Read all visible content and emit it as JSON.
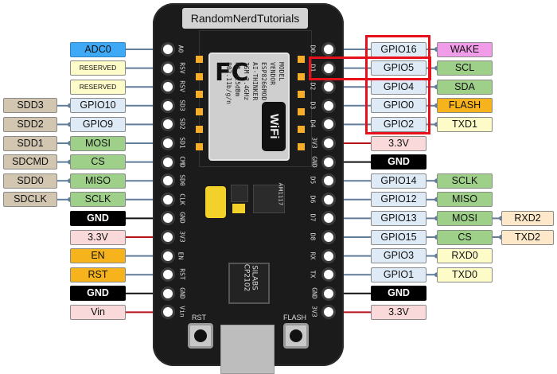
{
  "board_title": "RandomNerdTutorials",
  "module": {
    "fc_logo": "FC",
    "texts": [
      "MODEL",
      "VENDOR",
      "ESP8266MOD",
      "AI-THINKER",
      "ISM 2.4GHz",
      "PA +25dBm",
      "802.11b/g/n"
    ],
    "wifi_logo": "WiFi"
  },
  "chips": {
    "regulator": "AM1117",
    "usb_chip_line1": "SILABS",
    "usb_chip_line2": "CP2102"
  },
  "buttons": {
    "rst": "RST",
    "flash": "FLASH"
  },
  "left_pin_labels": [
    "A0",
    "RSV",
    "RSV",
    "SD3",
    "SD2",
    "SD1",
    "CMD",
    "SD0",
    "CLK",
    "GND",
    "3V3",
    "EN",
    "RST",
    "GND",
    "Vin"
  ],
  "right_pin_labels": [
    "D0",
    "D1",
    "D2",
    "D3",
    "D4",
    "3V3",
    "GND",
    "D5",
    "D6",
    "D7",
    "D8",
    "RX",
    "TX",
    "GND",
    "3V3"
  ],
  "left_rows": [
    {
      "tags": [
        {
          "text": "ADC0",
          "color": "#3fa9f5"
        }
      ]
    },
    {
      "tags": [
        {
          "text": "RESERVED",
          "color": "#fdfcc8",
          "small": true
        }
      ]
    },
    {
      "tags": [
        {
          "text": "RESERVED",
          "color": "#fdfcc8",
          "small": true
        }
      ]
    },
    {
      "tags": [
        {
          "text": "SDD3",
          "color": "#d2c6b1"
        },
        {
          "text": "GPIO10",
          "color": "#dfeaf7"
        }
      ]
    },
    {
      "tags": [
        {
          "text": "SDD2",
          "color": "#d2c6b1"
        },
        {
          "text": "GPIO9",
          "color": "#dfeaf7"
        }
      ]
    },
    {
      "tags": [
        {
          "text": "SDD1",
          "color": "#d2c6b1"
        },
        {
          "text": "MOSI",
          "color": "#9fd08a"
        }
      ]
    },
    {
      "tags": [
        {
          "text": "SDCMD",
          "color": "#d2c6b1"
        },
        {
          "text": "CS",
          "color": "#9fd08a"
        }
      ]
    },
    {
      "tags": [
        {
          "text": "SDD0",
          "color": "#d2c6b1"
        },
        {
          "text": "MISO",
          "color": "#9fd08a"
        }
      ]
    },
    {
      "tags": [
        {
          "text": "SDCLK",
          "color": "#d2c6b1"
        },
        {
          "text": "SCLK",
          "color": "#9fd08a"
        }
      ]
    },
    {
      "tags": [
        {
          "text": "GND",
          "color": "#000000"
        }
      ],
      "wire": "gnd"
    },
    {
      "tags": [
        {
          "text": "3.3V",
          "color": "#f9d9d9"
        }
      ],
      "wire": "pwr"
    },
    {
      "tags": [
        {
          "text": "EN",
          "color": "#f7b31b"
        }
      ]
    },
    {
      "tags": [
        {
          "text": "RST",
          "color": "#f7b31b"
        }
      ]
    },
    {
      "tags": [
        {
          "text": "GND",
          "color": "#000000"
        }
      ],
      "wire": "gnd"
    },
    {
      "tags": [
        {
          "text": "Vin",
          "color": "#f9d9d9"
        }
      ],
      "wire": "pwr"
    }
  ],
  "right_rows": [
    {
      "tags": [
        {
          "text": "GPIO16",
          "color": "#dfeaf7"
        },
        {
          "text": "WAKE",
          "color": "#f09ce8"
        }
      ]
    },
    {
      "tags": [
        {
          "text": "GPIO5",
          "color": "#dfeaf7"
        },
        {
          "text": "SCL",
          "color": "#9fd08a"
        }
      ]
    },
    {
      "tags": [
        {
          "text": "GPIO4",
          "color": "#dfeaf7"
        },
        {
          "text": "SDA",
          "color": "#9fd08a"
        }
      ]
    },
    {
      "tags": [
        {
          "text": "GPIO0",
          "color": "#dfeaf7"
        },
        {
          "text": "FLASH",
          "color": "#f7b31b"
        }
      ]
    },
    {
      "tags": [
        {
          "text": "GPIO2",
          "color": "#dfeaf7"
        },
        {
          "text": "TXD1",
          "color": "#fdfcc8"
        }
      ]
    },
    {
      "tags": [
        {
          "text": "3.3V",
          "color": "#f9d9d9"
        }
      ],
      "wire": "pwr"
    },
    {
      "tags": [
        {
          "text": "GND",
          "color": "#000000"
        }
      ],
      "wire": "gnd"
    },
    {
      "tags": [
        {
          "text": "GPIO14",
          "color": "#dfeaf7"
        },
        {
          "text": "SCLK",
          "color": "#9fd08a"
        }
      ]
    },
    {
      "tags": [
        {
          "text": "GPIO12",
          "color": "#dfeaf7"
        },
        {
          "text": "MISO",
          "color": "#9fd08a"
        }
      ]
    },
    {
      "tags": [
        {
          "text": "GPIO13",
          "color": "#dfeaf7"
        },
        {
          "text": "MOSI",
          "color": "#9fd08a"
        },
        {
          "text": "RXD2",
          "color": "#fde9c9"
        }
      ]
    },
    {
      "tags": [
        {
          "text": "GPIO15",
          "color": "#dfeaf7"
        },
        {
          "text": "CS",
          "color": "#9fd08a"
        },
        {
          "text": "TXD2",
          "color": "#fde9c9"
        }
      ]
    },
    {
      "tags": [
        {
          "text": "GPIO3",
          "color": "#dfeaf7"
        },
        {
          "text": "RXD0",
          "color": "#fdfcc8"
        }
      ]
    },
    {
      "tags": [
        {
          "text": "GPIO1",
          "color": "#dfeaf7"
        },
        {
          "text": "TXD0",
          "color": "#fdfcc8"
        }
      ]
    },
    {
      "tags": [
        {
          "text": "GND",
          "color": "#000000"
        }
      ],
      "wire": "gnd"
    },
    {
      "tags": [
        {
          "text": "3.3V",
          "color": "#f9d9d9"
        }
      ],
      "wire": "pwr"
    }
  ],
  "colors": {
    "board": "#1b1b1b",
    "wire_default": "#607d99",
    "wire_gnd": "#111111",
    "wire_power": "#b5121b",
    "highlight": "#e8101a"
  }
}
